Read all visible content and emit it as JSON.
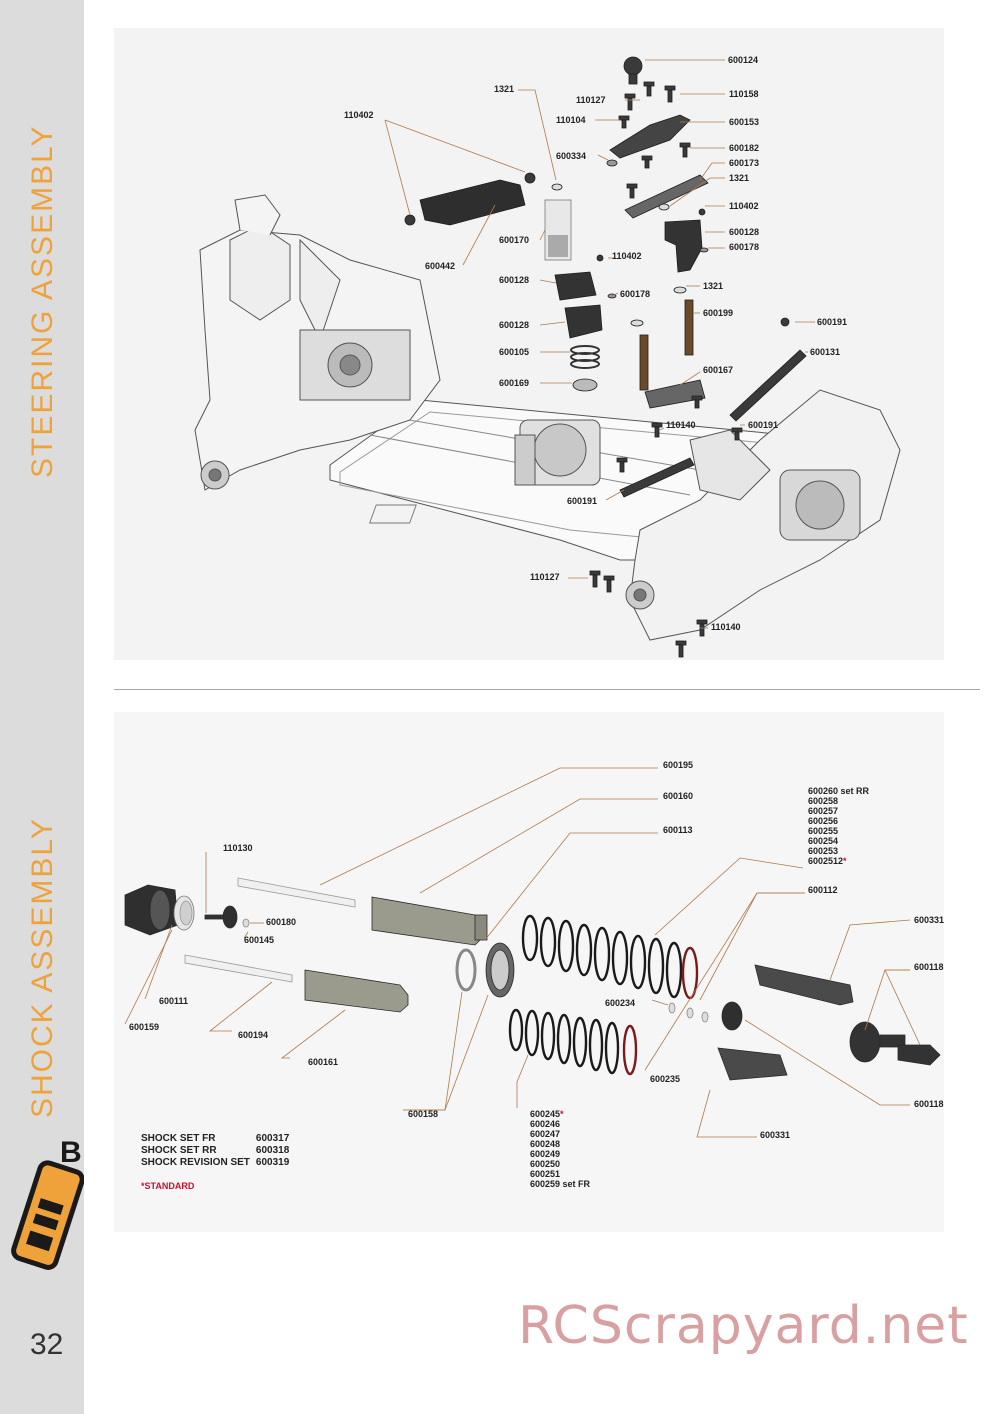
{
  "sidebar": {
    "section_title_top": "STEERING ASSEMBLY",
    "section_title_bottom": "SHOCK ASSEMBLY",
    "logo_text": "B",
    "page_number": "32"
  },
  "steering": {
    "labels": {
      "p600124": "600124",
      "p1321a": "1321",
      "p110127a": "110127",
      "p110158": "110158",
      "p110402a": "110402",
      "p110104": "110104",
      "p600153": "600153",
      "p600182": "600182",
      "p600334": "600334",
      "p600173": "600173",
      "p1321b": "1321",
      "p110402b": "110402",
      "p600170": "600170",
      "p600128a": "600128",
      "p600178a": "600178",
      "p600442": "600442",
      "p110402c": "110402",
      "p600128b": "600128",
      "p600178b": "600178",
      "p1321c": "1321",
      "p600199": "600199",
      "p600128c": "600128",
      "p600191a": "600191",
      "p600105": "600105",
      "p600131": "600131",
      "p600167": "600167",
      "p600169": "600169",
      "p110140a": "110140",
      "p600191b": "600191",
      "p600191c": "600191",
      "p110127b": "110127",
      "p110140b": "110140"
    }
  },
  "shock": {
    "labels": {
      "p600195": "600195",
      "p600160": "600160",
      "p600113": "600113",
      "p110130": "110130",
      "p600180": "600180",
      "p600145": "600145",
      "p600112": "600112",
      "p600331a": "600331",
      "p600118a": "600118",
      "p600111": "600111",
      "p600234": "600234",
      "p600159": "600159",
      "p600194": "600194",
      "p600161": "600161",
      "p600235": "600235",
      "p600118b": "600118",
      "p600158": "600158",
      "p600331b": "600331"
    },
    "spring_codes_rr": [
      "600260 set RR",
      "600258",
      "600257",
      "600256",
      "600255",
      "600254",
      "600253",
      "6002512"
    ],
    "spring_codes_fr": [
      "600245",
      "600246",
      "600247",
      "600248",
      "600249",
      "600250",
      "600251",
      "600259 set FR"
    ],
    "star": "*",
    "sets": [
      {
        "name": "SHOCK SET FR",
        "code": "600317"
      },
      {
        "name": "SHOCK SET RR",
        "code": "600318"
      },
      {
        "name": "SHOCK REVISION SET",
        "code": "600319"
      }
    ],
    "standard_note": "*STANDARD"
  },
  "watermark": "RCScrapyard.net",
  "colors": {
    "accent_orange": "#f0a23a",
    "sidebar_gray": "#dcdcdc",
    "leader_brown": "#b07a4a",
    "star_red": "#c8102e"
  }
}
